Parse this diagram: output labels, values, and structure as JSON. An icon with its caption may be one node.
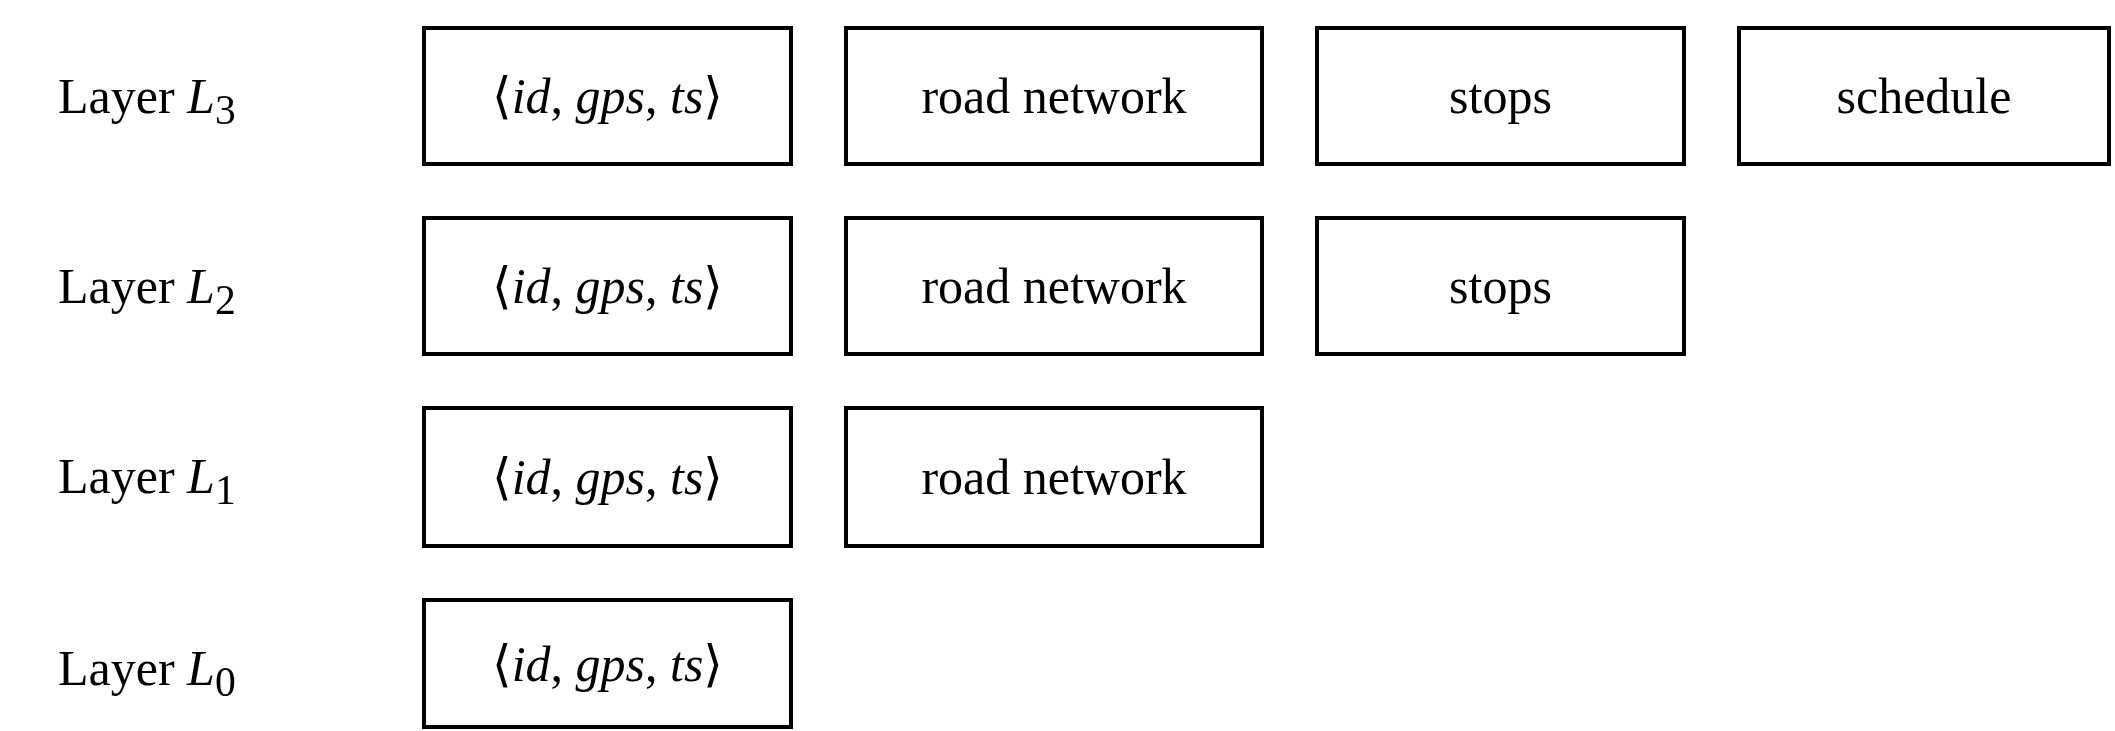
{
  "diagram": {
    "nodes": [
      {
        "text": [
          "⟨*id*, *gps*, *ts*⟩"
        ]
      },
      {
        "text": [
          "road network"
        ]
      },
      {
        "text": [
          "stops"
        ]
      },
      {
        "text": [
          "schedule"
        ]
      },
      {
        "text": [
          "⟨*id*, *gps*, *ts*⟩"
        ]
      },
      {
        "text": [
          "road network"
        ]
      },
      {
        "text": [
          "stops"
        ]
      },
      {
        "text": [
          "⟨*id*, *gps*, *ts*⟩"
        ]
      },
      {
        "text": [
          "road network"
        ]
      },
      {
        "text": [
          "⟨*id*, *gps*, *ts*⟩"
        ]
      }
    ],
    "labels": [
      "Layer *L*$_{3}$",
      "Layer *L*$_{2}$",
      "Layer *L*$_{1}$",
      "Layer *L*$_{0}$"
    ]
  }
}
